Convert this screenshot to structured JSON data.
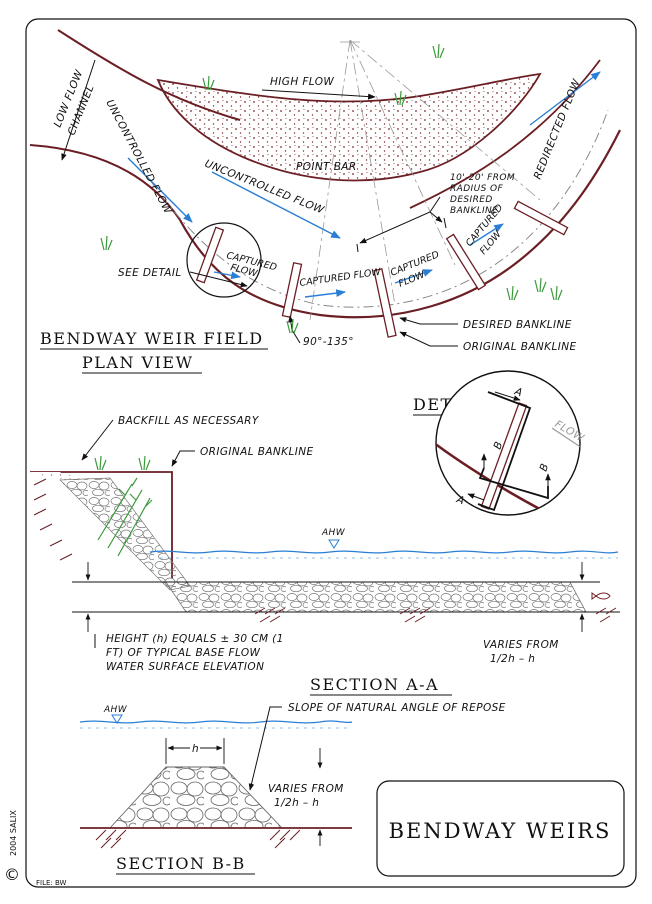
{
  "plan": {
    "low_flow_channel_1": "LOW FLOW",
    "low_flow_channel_2": "CHANNEL",
    "uncontrolled_flow_1": "UNCONTROLLED FLOW",
    "uncontrolled_flow_2": "UNCONTROLLED FLOW",
    "high_flow": "HIGH FLOW",
    "point_bar": "POINT BAR",
    "redirected_flow": "REDIRECTED FLOW",
    "radius_note_1": "10'-20' FROM",
    "radius_note_2": "RADIUS OF",
    "radius_note_3": "DESIRED",
    "radius_note_4": "BANKLINE",
    "see_detail": "SEE DETAIL",
    "captured_1": "CAPTURED",
    "flow_word": "FLOW",
    "captured_flow": "CAPTURED FLOW",
    "angle": "90°-135°",
    "desired_bankline": "DESIRED BANKLINE",
    "original_bankline": "ORIGINAL BANKLINE",
    "title_1": "BENDWAY WEIR FIELD",
    "title_2": "PLAN VIEW"
  },
  "detail": {
    "title": "DETAIL",
    "label_a": "A",
    "label_b": "B",
    "flow": "FLOW"
  },
  "section_a": {
    "backfill": "BACKFILL AS NECESSARY",
    "original_bankline": "ORIGINAL BANKLINE",
    "ahw": "AHW",
    "height_1": "HEIGHT (h) EQUALS ± 30 CM (1",
    "height_2": "FT) OF TYPICAL BASE FLOW",
    "height_3": "WATER SURFACE ELEVATION",
    "varies_1": "VARIES FROM",
    "varies_2": "1/2h – h",
    "title": "SECTION A-A"
  },
  "section_b": {
    "ahw": "AHW",
    "slope": "SLOPE OF NATURAL ANGLE OF REPOSE",
    "h": "h",
    "varies_1": "VARIES FROM",
    "varies_2": "1/2h – h",
    "title": "SECTION B-B"
  },
  "title_block": {
    "title": "BENDWAY WEIRS"
  },
  "footer": {
    "copyright": "©",
    "year_salix": "2004 SALIX",
    "file": "FILE: BW"
  },
  "colors": {
    "ink": "#111111",
    "water_blue": "#2a7fd4",
    "bank_brown": "#6b1f24",
    "grass_green": "#3a9a3a",
    "point_bar_dots": "#7a2a2a"
  }
}
